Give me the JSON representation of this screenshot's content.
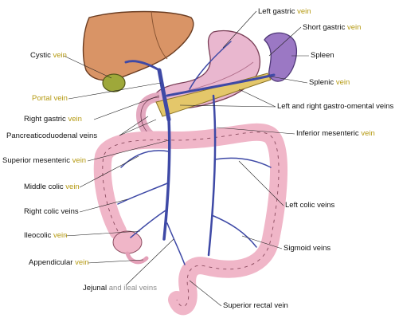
{
  "accent_colors": {
    "vein_word": "#b59a12",
    "vein_blue": "#3e49a6",
    "liver": "#d99466",
    "spleen": "#9b78c4",
    "stomach": "#e9b7cf",
    "colon": "#f0b6c8",
    "gallbladder": "#9ea83a"
  },
  "labels": {
    "left_gastric": {
      "a": "Left gastric ",
      "b": "vein"
    },
    "short_gastric": {
      "a": "Short gastric ",
      "b": "vein"
    },
    "spleen": {
      "a": "Spleen"
    },
    "splenic": {
      "a": "Splenic ",
      "b": "vein"
    },
    "cystic": {
      "a": "Cystic ",
      "b": "vein"
    },
    "portal": {
      "a": "Portal vein"
    },
    "right_gastric": {
      "a": "Right gastric ",
      "b": "vein"
    },
    "gastro_omental": {
      "a": "Left and right gastro-omental veins"
    },
    "pancreaticoduodenal": {
      "a": "Pancreaticoduodenal veins"
    },
    "inferior_mesenteric": {
      "a": "Inferior mesenteric ",
      "b": "vein"
    },
    "superior_mesenteric": {
      "a": "Superior mesenteric ",
      "b": "vein"
    },
    "middle_colic": {
      "a": "Middle colic ",
      "b": "vein"
    },
    "right_colic": {
      "a": "Right colic veins"
    },
    "left_colic": {
      "a": "Left colic veins"
    },
    "ileocolic": {
      "a": "Ileocolic ",
      "b": "vein"
    },
    "sigmoid": {
      "a": "Sigmoid veins"
    },
    "appendicular": {
      "a": "Appendicular ",
      "b": "vein"
    },
    "jejunal": {
      "a": "Jejunal ",
      "b": "and ileal veins"
    },
    "superior_rectal": {
      "a": "Superior rectal vein"
    }
  }
}
